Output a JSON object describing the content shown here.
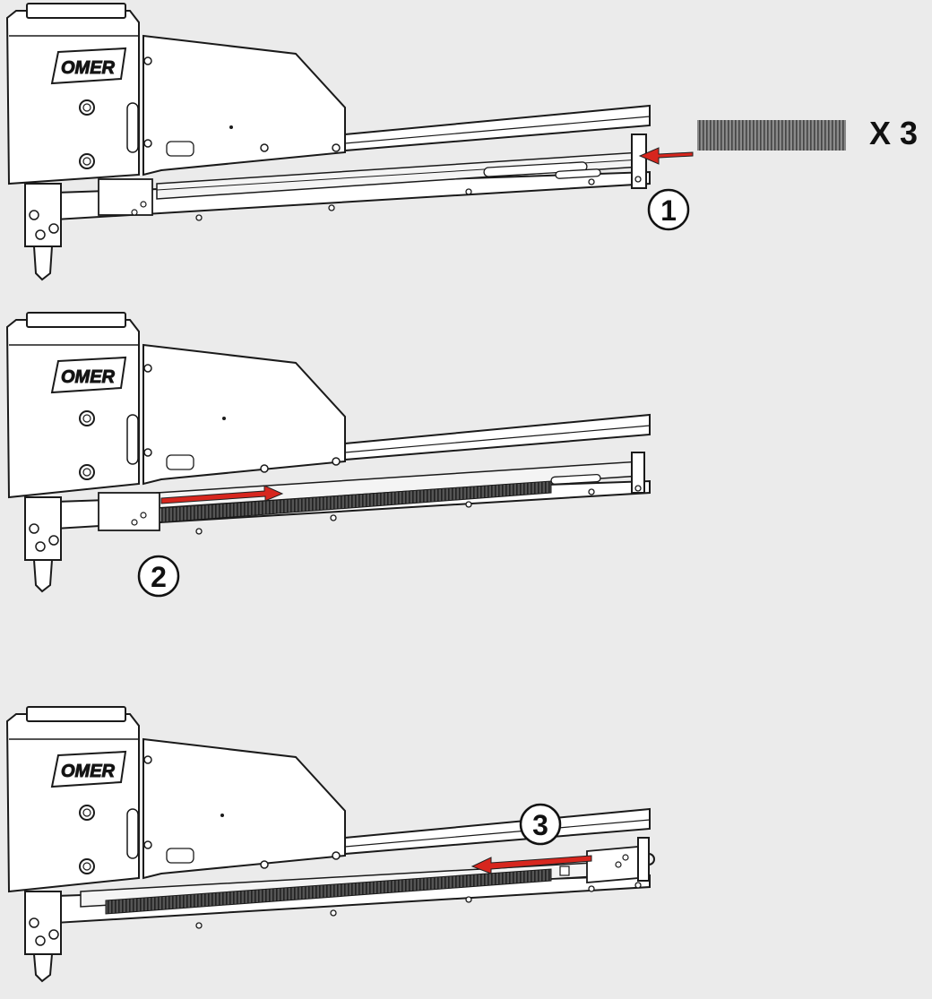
{
  "steps": [
    {
      "number": "1",
      "quantity_label": "X 3"
    },
    {
      "number": "2"
    },
    {
      "number": "3"
    }
  ],
  "brand": "OMER",
  "colors": {
    "background": "#ebebeb",
    "tool_body": "#ffffff",
    "outline": "#1a1a1a",
    "arrow": "#d7261e",
    "staple_strip": "#555555"
  }
}
